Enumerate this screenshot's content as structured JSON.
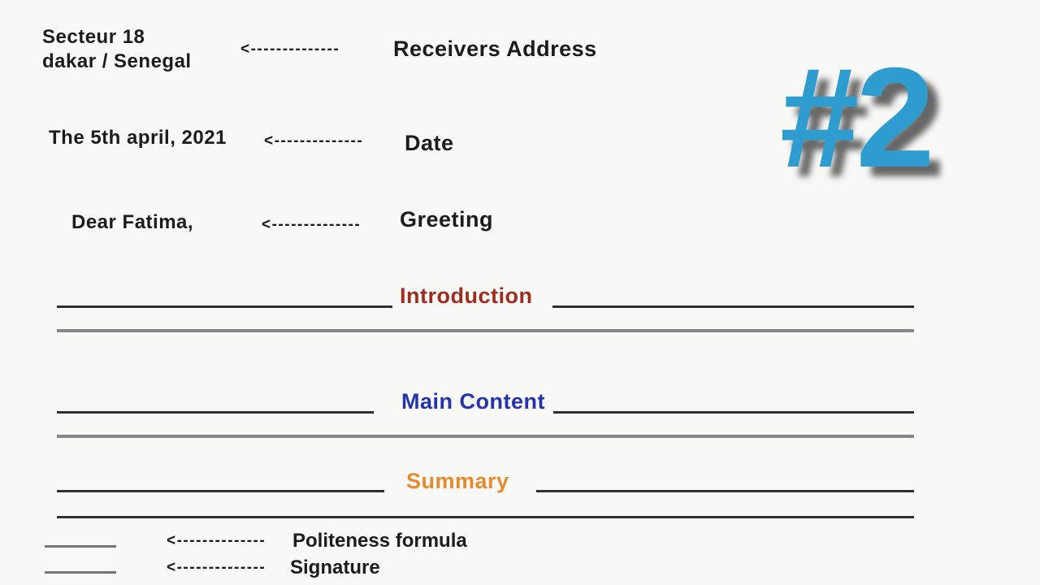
{
  "slide": {
    "background": "#f8f8f7",
    "badge": {
      "text": "#2",
      "color": "#2e9ccf"
    },
    "receiver": {
      "address_line1": "Secteur 18",
      "address_line2": "dakar / Senegal",
      "arrow": "<--------------",
      "label": "Receivers Address"
    },
    "date": {
      "value": "The 5th april, 2021",
      "arrow": "<--------------",
      "label": "Date"
    },
    "greeting": {
      "value": "Dear Fatima,",
      "arrow": "<--------------",
      "label": "Greeting"
    },
    "sections": {
      "introduction": {
        "label": "Introduction",
        "color": "#9e2d1f"
      },
      "main_content": {
        "label": "Main Content",
        "color": "#2434ab"
      },
      "summary": {
        "label": "Summary",
        "color": "#e68a2e"
      }
    },
    "footer": {
      "politeness": {
        "arrow": "<--------------",
        "label": "Politeness formula"
      },
      "signature": {
        "arrow": "<--------------",
        "label": "Signature"
      }
    }
  }
}
